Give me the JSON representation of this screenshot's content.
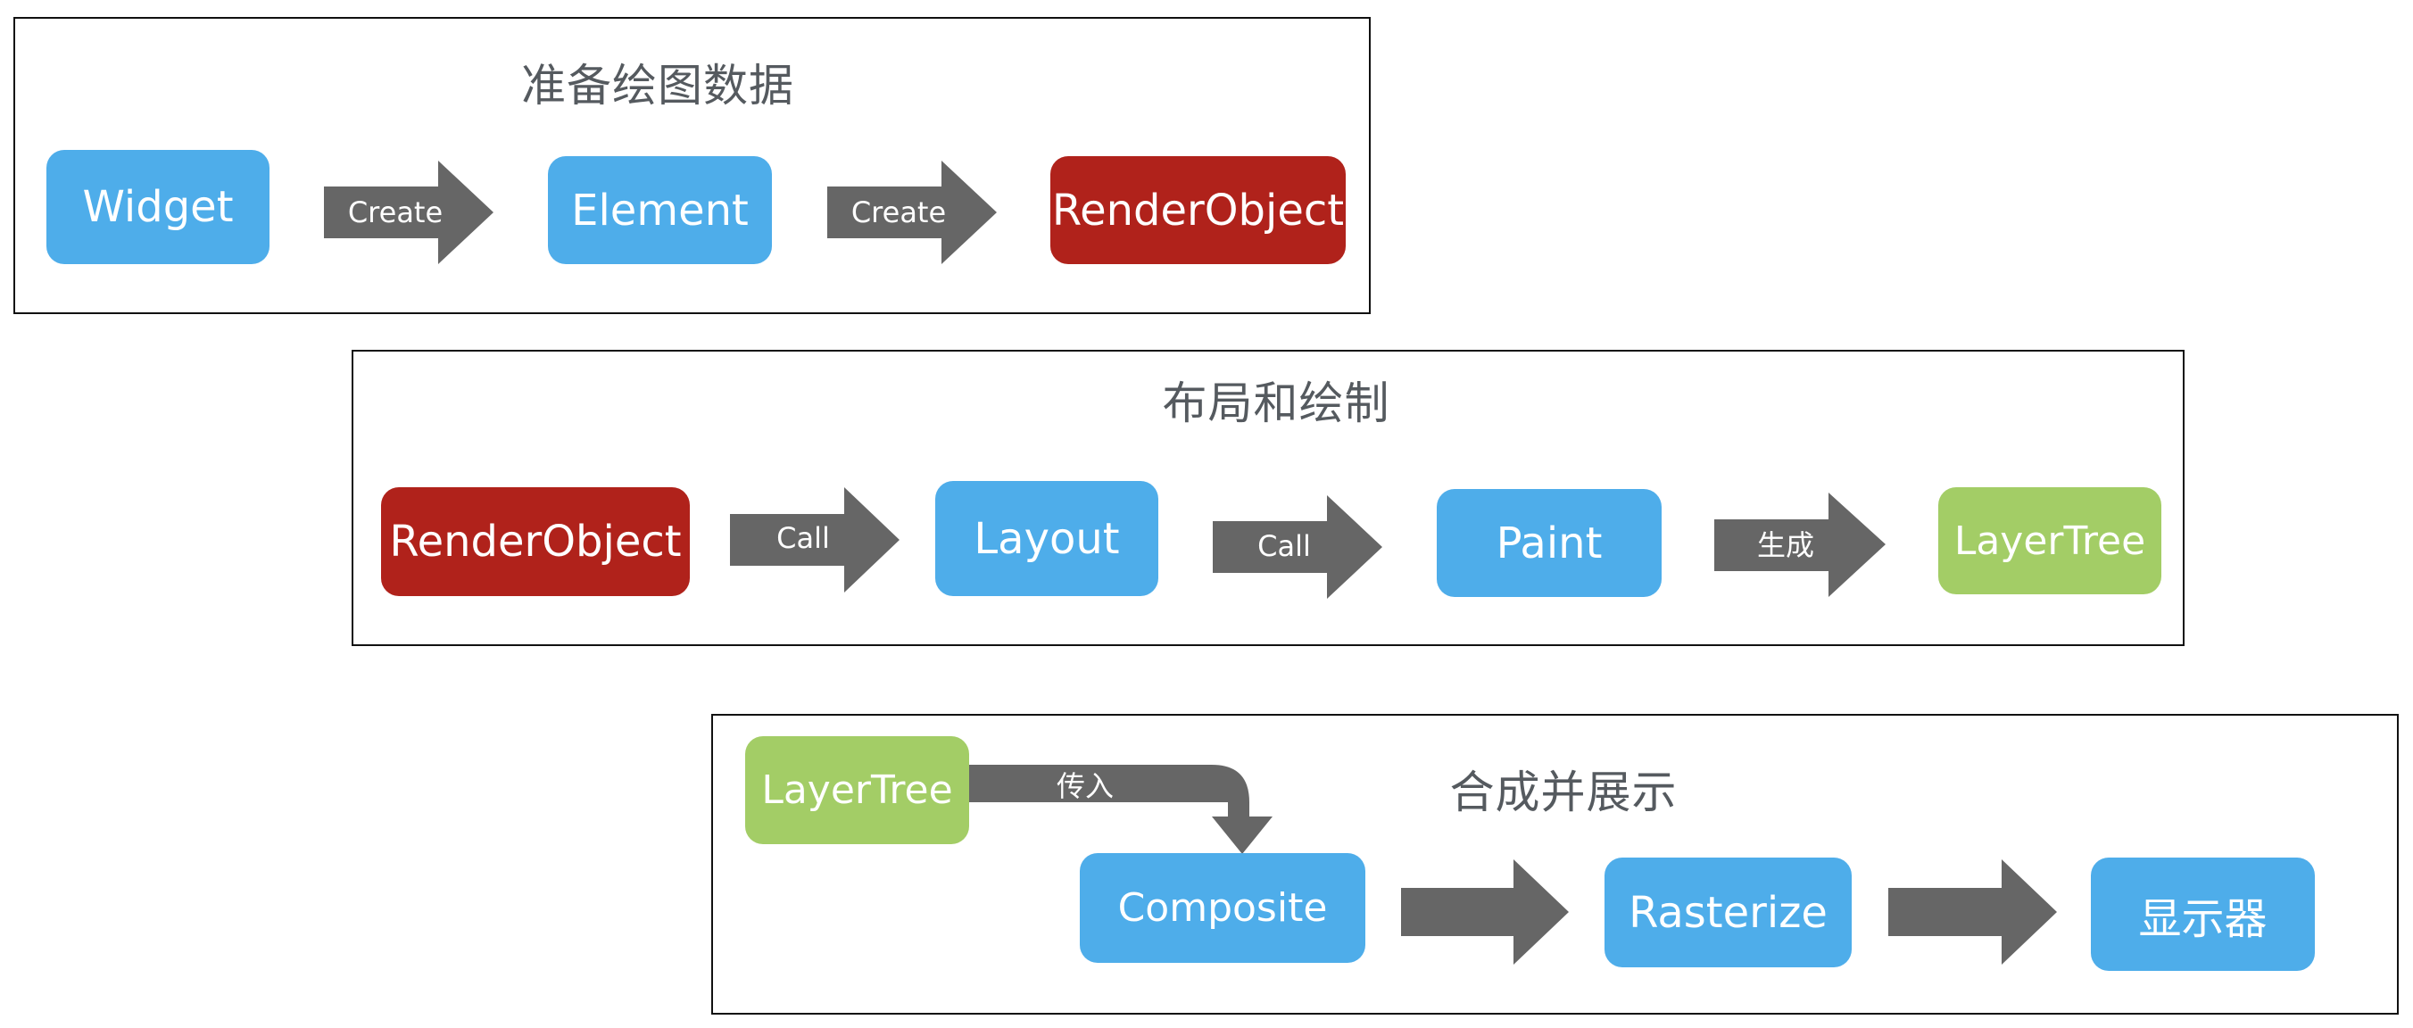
{
  "colors": {
    "blue": "#4eadea",
    "red": "#b0221b",
    "green": "#a3cd66",
    "arrow": "#666666",
    "title_text": "#555a5f",
    "border": "#111111"
  },
  "panels": [
    {
      "title": "准备绘图数据",
      "nodes": [
        {
          "label": "Widget",
          "color": "blue"
        },
        {
          "label": "Element",
          "color": "blue"
        },
        {
          "label": "RenderObject",
          "color": "red"
        }
      ],
      "arrows": [
        {
          "label": "Create"
        },
        {
          "label": "Create"
        }
      ]
    },
    {
      "title": "布局和绘制",
      "nodes": [
        {
          "label": "RenderObject",
          "color": "red"
        },
        {
          "label": "Layout",
          "color": "blue"
        },
        {
          "label": "Paint",
          "color": "blue"
        },
        {
          "label": "LayerTree",
          "color": "green"
        }
      ],
      "arrows": [
        {
          "label": "Call"
        },
        {
          "label": "Call"
        },
        {
          "label": "生成"
        }
      ]
    },
    {
      "title": "合成并展示",
      "nodes": [
        {
          "label": "LayerTree",
          "color": "green"
        },
        {
          "label": "Composite",
          "color": "blue"
        },
        {
          "label": "Rasterize",
          "color": "blue"
        },
        {
          "label": "显示器",
          "color": "blue"
        }
      ],
      "arrows": [
        {
          "label": "传入"
        },
        {
          "label": ""
        },
        {
          "label": ""
        }
      ]
    }
  ]
}
